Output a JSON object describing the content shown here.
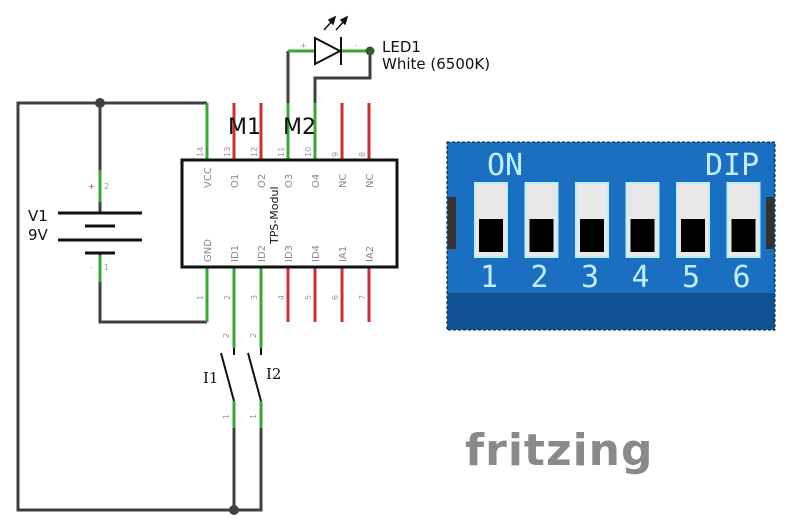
{
  "colors": {
    "wire": "#404040",
    "connected_pin": "#3aa63a",
    "unconnected_pin": "#c83232",
    "dip_body": "#1a6fc0",
    "dip_text": "#bfefff",
    "logo": "#8a8a8a"
  },
  "battery": {
    "name": "V1",
    "value": "9V",
    "plus_sign": "+",
    "minus_sign": "-",
    "pin_plus": "2",
    "pin_minus": "1"
  },
  "ic": {
    "name": "TPS-Modul",
    "top_pins": [
      {
        "num": "14",
        "label": "VCC"
      },
      {
        "num": "13",
        "label": "O1"
      },
      {
        "num": "12",
        "label": "O2"
      },
      {
        "num": "11",
        "label": "O3"
      },
      {
        "num": "10",
        "label": "O4"
      },
      {
        "num": "9",
        "label": "NC"
      },
      {
        "num": "8",
        "label": "NC"
      }
    ],
    "bottom_pins": [
      {
        "num": "1",
        "label": "GND"
      },
      {
        "num": "2",
        "label": "ID1"
      },
      {
        "num": "3",
        "label": "ID2"
      },
      {
        "num": "4",
        "label": "ID3"
      },
      {
        "num": "5",
        "label": "ID4"
      },
      {
        "num": "6",
        "label": "IA1"
      },
      {
        "num": "7",
        "label": "IA2"
      }
    ]
  },
  "motor_labels": [
    "M1",
    "M2"
  ],
  "led": {
    "name": "LED1",
    "value": "White (6500K)",
    "pin_anode": "+",
    "pin_cathode": "-"
  },
  "switches": [
    {
      "name": "I1",
      "pin_top": "2",
      "pin_bottom": "1"
    },
    {
      "name": "I2",
      "pin_top": "2",
      "pin_bottom": "1"
    }
  ],
  "dip_switch": {
    "on_label": "ON",
    "dip_label": "DIP",
    "switch_numbers": [
      "1",
      "2",
      "3",
      "4",
      "5",
      "6"
    ]
  },
  "logo": {
    "text": "fritzing"
  }
}
